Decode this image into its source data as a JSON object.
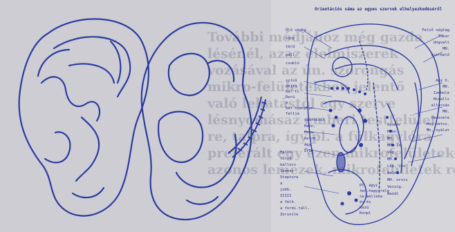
{
  "background_text": [
    "További módjához még gazda",
    "lésénél, azaz elelmiszerek",
    "vozásával az ún. szorongás",
    "mikro-felületekben jelentő",
    "való lehatástól egy szerve",
    "lésnyomásaz emberi testfelület",
    "re, talpra, így pl. a fülkagylóra",
    "preferált egy ezen mikrofelületek hatást gyakor",
    "azonos lemezek, mikrofelületek reflex kapcsolatban állnak"
  ],
  "chart_title": "Orientációs sáma az egyes szervek elhelyezkedéséről",
  "colors": {
    "ink": "#2a3aa0",
    "ink_dark": "#202a8c",
    "page": "#cdcdd3"
  },
  "labels": {
    "left_top": [
      "Ülő végbg.",
      "torz",
      "térd",
      "váll",
      "csukló"
    ],
    "left_mid": [
      "szívű",
      "pajzs",
      "bal lc",
      "Derü",
      "a",
      "bal hypophys.",
      "faltja"
    ],
    "left_lower": [
      "ózsfeszüs",
      "Hasn.",
      "Hasa.",
      "ketrm",
      "Agy",
      "Orüé"
    ],
    "left_bottom": [
      "Halló-",
      "torok",
      "ballocs",
      "Szenvi",
      "Steptore",
      "a",
      "jobb.",
      "IIIII",
      "a felh.",
      "a fordi.táll.",
      "Zorsnile"
    ],
    "right_top": [
      "Felső végtag",
      "Tokor",
      "Ungvalt",
      "MH.",
      "csirkelő"
    ],
    "right_mid": [
      "Agy h.",
      "MH.",
      "Izmhole",
      "Hidalls",
      "allorsás",
      "MH.",
      "Vesezele",
      "Hag hatsz.",
      "Mh. nyálat"
    ],
    "right_lower": [
      "Gyomor",
      "Hasn.",
      "MH.",
      "MH.-IV.",
      "Vág.",
      "MH.",
      "Lép. vés",
      "Belét",
      "MH. orvis",
      "Veszig.",
      "Nazál"
    ],
    "bottom": [
      "Pl. ágyi",
      "ter.hagy.rele",
      "ce melléke",
      "és és",
      "Kazü",
      "Konpl"
    ]
  }
}
